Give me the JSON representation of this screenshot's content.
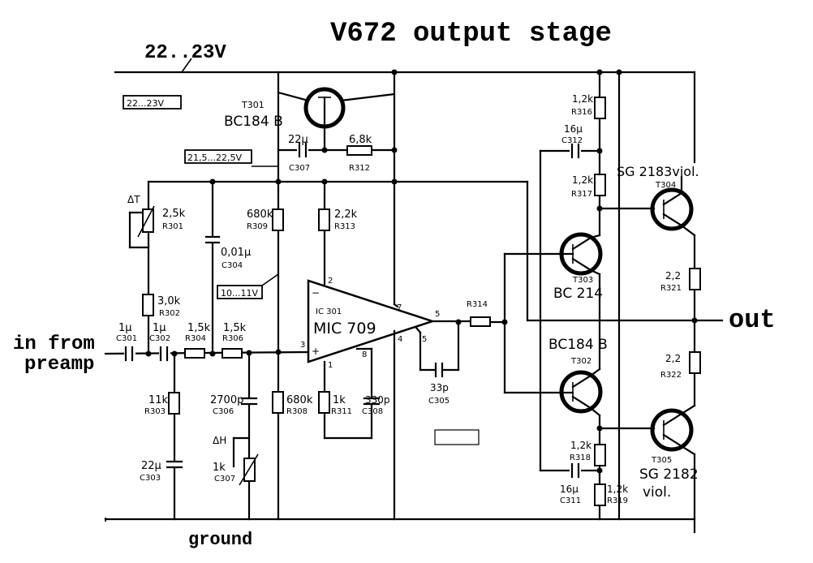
{
  "title": "V672 output stage",
  "supply_label": "22..23V",
  "in_label_line1": "in from",
  "in_label_line2": "preamp",
  "out_label": "out",
  "ground_label": "ground",
  "voltage_boxes": {
    "v1": "22...23V",
    "v2": "21,5...22,5V",
    "v3": "10...11V"
  },
  "components": {
    "t301_ref": "T301",
    "t301_type": "BC184 B",
    "c307a_val": "22µ",
    "c307a_ref": "C307",
    "r312_val": "6,8k",
    "r312_ref": "R312",
    "r316_val": "1,2k",
    "r316_ref": "R316",
    "c312_val": "16µ",
    "c312_ref": "C312",
    "r317_val": "1,2k",
    "r317_ref": "R317",
    "t304_type": "SG 2183viol.",
    "t304_ref": "T304",
    "dt_label": "ΔT",
    "r301_val": "2,5k",
    "r301_ref": "R301",
    "r309_val": "680k",
    "r309_ref": "R309",
    "r313_val": "2,2k",
    "r313_ref": "R313",
    "c304_val": "0,01µ",
    "c304_ref": "C304",
    "r302_val": "3,0k",
    "r302_ref": "R302",
    "ic_ref": "IC 301",
    "ic_type": "MIC 709",
    "r314_ref": "R314",
    "t303_ref": "T303",
    "t303_type": "BC 214",
    "r321_val": "2,2",
    "r321_ref": "R321",
    "c301_val": "1µ",
    "c301_ref": "C301",
    "c302_val": "1µ",
    "c302_ref": "C302",
    "r304_val": "1,5k",
    "r304_ref": "R304",
    "r306_val": "1,5k",
    "r306_ref": "R306",
    "t302_type": "BC184 B",
    "t302_ref": "T302",
    "r322_val": "2,2",
    "r322_ref": "R322",
    "r303_val": "11k",
    "r303_ref": "R303",
    "c306_val": "2700p",
    "c306_ref": "C306",
    "r308_val": "680k",
    "r308_ref": "R308",
    "r311_val": "1k",
    "r311_ref": "R311",
    "c308_val": "330p",
    "c308_ref": "C308",
    "c305_val": "33p",
    "c305_ref": "C305",
    "dh_label": "ΔH",
    "r307_val": "1k",
    "r307_ref": "C307",
    "c303_val": "22µ",
    "c303_ref": "C303",
    "r318_val": "1,2k",
    "r318_ref": "R318",
    "c311_val": "16µ",
    "c311_ref": "C311",
    "r319_val": "1,2k",
    "r319_ref": "R319",
    "t305_ref": "T305",
    "t305_type_l1": "SG 2182",
    "t305_type_l2": "viol."
  },
  "pins": {
    "p2": "2",
    "p3": "3",
    "p1": "1",
    "p8": "8",
    "p7": "7",
    "p4": "4",
    "p5a": "5",
    "p5b": "5",
    "plus": "+",
    "minus": "−"
  }
}
